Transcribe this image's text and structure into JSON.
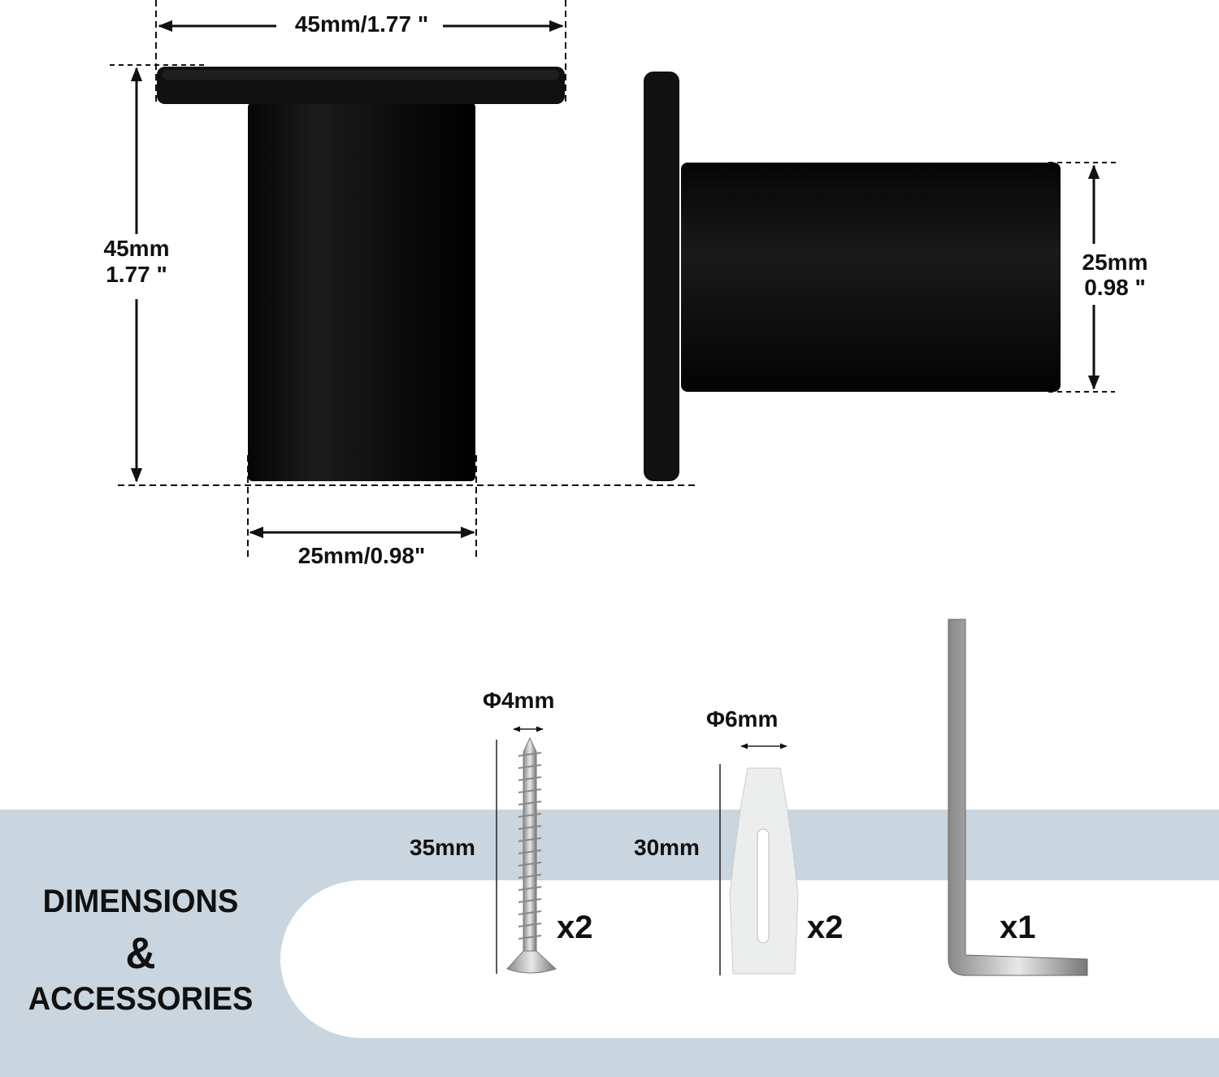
{
  "title": {
    "line1": "DIMENSIONS",
    "amp": "&",
    "line2": "ACCESSORIES"
  },
  "front_view": {
    "flange_width": "45mm/1.77 \"",
    "height_mm": "45mm",
    "height_in": "1.77 \"",
    "cylinder_width": "25mm/0.98\""
  },
  "side_view": {
    "diameter_mm": "25mm",
    "diameter_in": "0.98 \""
  },
  "accessories": [
    {
      "name": "screw",
      "diameter": "Φ4mm",
      "length": "35mm",
      "quantity": "x2"
    },
    {
      "name": "wall-anchor",
      "diameter": "Φ6mm",
      "length": "30mm",
      "quantity": "x2"
    },
    {
      "name": "hex-key",
      "quantity": "x1"
    }
  ],
  "colors": {
    "band": "#c9d5df",
    "product": "#0d0d0d",
    "text": "#111111"
  }
}
